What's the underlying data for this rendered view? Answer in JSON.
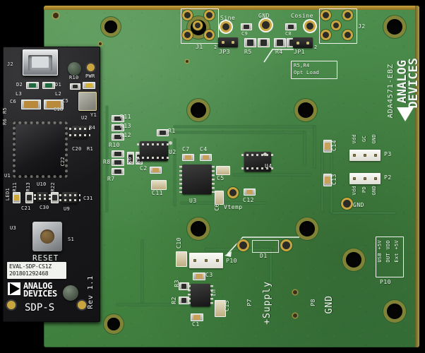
{
  "scene": {
    "type": "pcb-photograph",
    "description": "ADA4571-EBZ evaluation board with EVAL-SDP-CS1Z (SDP-S) controller board attached",
    "background_color": "#000000",
    "pcb_color": "#4a8b4b",
    "sdp_color": "#1a1a1c",
    "silkscreen_color": "#f2f6f2",
    "pad_gold": "#c9a53f"
  },
  "main_board": {
    "part_number": "ADA4571-EBZ",
    "brand": "ANALOG",
    "brand2": "DEVICES",
    "connectors": {
      "j1": "J1",
      "j2": "J2",
      "p2": "P2",
      "p3": "P3",
      "p7": "P7",
      "p8": "P8",
      "p10": "P10",
      "p10b": "P10"
    },
    "signal_labels": {
      "sine": "Sine",
      "gnd_top": "GND",
      "cosine": "Cosine",
      "vtemp": "Vtemp",
      "gnd_right": "GND",
      "gnd_bottom": "GND",
      "supply": "+Supply"
    },
    "note_box": {
      "line1": "R5,R4",
      "line2": "Opt Load"
    },
    "p10_legend": {
      "line1": "USB +5V",
      "line2": "DUT VDD",
      "line3": "Ext +5V"
    },
    "p3_pins": [
      "Vdd",
      "GC",
      "GND"
    ],
    "p2_pins": [
      "Vdd",
      "PD",
      "GND"
    ],
    "jumpers": {
      "jp1": "JP1",
      "jp3": "JP3",
      "jp1_pin": "2",
      "jp3_pin": "2"
    },
    "ics": {
      "u1": "U1",
      "u2": "U2",
      "u3": "U3",
      "u4": "U4"
    },
    "resistors": {
      "r1a": "R1",
      "r1b": "R1",
      "r2": "R2",
      "r3": "R3",
      "r4a": "R4",
      "r4b": "R4",
      "r5": "R5",
      "r6": "R6",
      "r7": "R7",
      "r8": "R8",
      "r9": "R9",
      "r10": "R10",
      "r11": "R11",
      "r12": "R12",
      "r13": "R13"
    },
    "capacitors": {
      "c1": "C1",
      "c2": "C2",
      "c3": "C3",
      "c4": "C4",
      "c5": "C5",
      "c6": "C6",
      "c7": "C7",
      "c8": "C8",
      "c9": "C9",
      "c10": "C10",
      "c11": "C11",
      "c12": "C12",
      "c13": "C13",
      "c14": "C14",
      "c15": "C15"
    },
    "diode": "D1"
  },
  "sdp_board": {
    "product": "EVAL-SDP-CS1Z",
    "serial": "201801292468",
    "brand": "ANALOG",
    "brand2": "DEVICES",
    "short_name": "SDP-S",
    "revision": "Rev 1.1",
    "reset_label": "RESET",
    "power_label": "PWR",
    "refs": {
      "j2": "J2",
      "d1": "D1",
      "d2": "D2",
      "l2": "L2",
      "l3": "L3",
      "c5": "C5",
      "c6": "C6",
      "c18": "C18",
      "c20": "C20",
      "c21": "C21",
      "c22": "C22",
      "c30": "C30",
      "c31": "C31",
      "r1": "R1",
      "r4": "R4",
      "r5": "R5",
      "r6": "R6",
      "r10": "R10",
      "r11": "R11",
      "r13": "R13",
      "r22": "R22",
      "u1": "U1",
      "u2": "U2",
      "u3": "U3",
      "u9": "U9",
      "u10": "U10",
      "y1": "Y1",
      "s1": "S1",
      "led1": "LED1"
    }
  }
}
